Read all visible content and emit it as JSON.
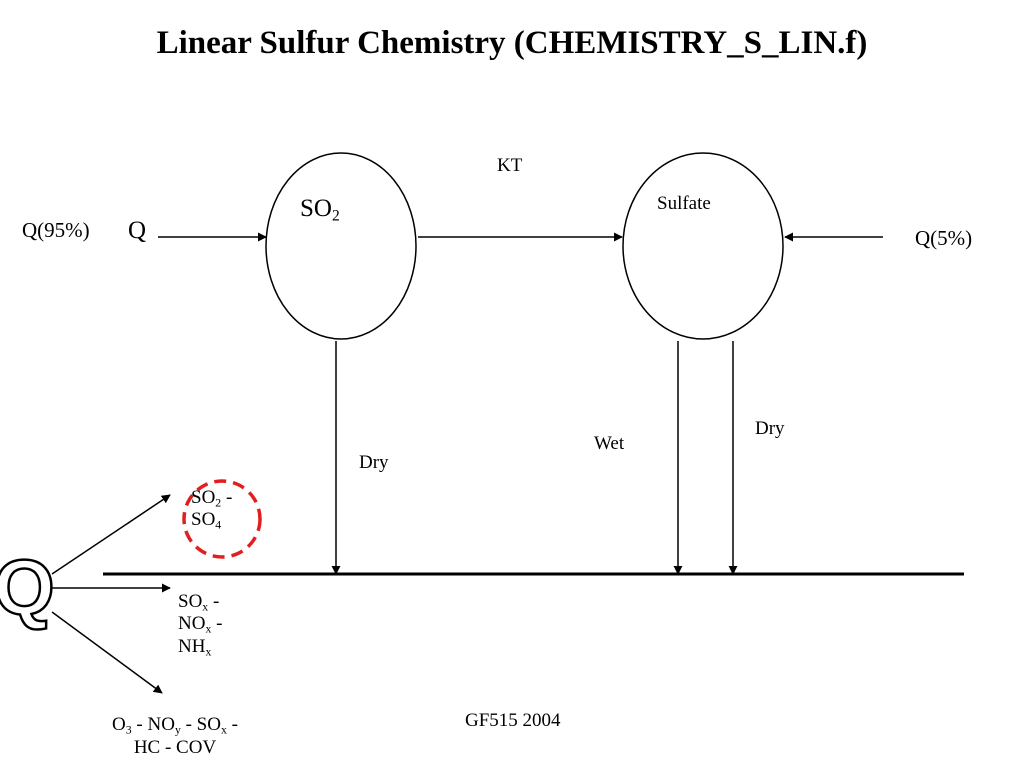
{
  "title": "Linear Sulfur Chemistry (CHEMISTRY_S_LIN.f)",
  "nodes": {
    "so2": {
      "base": "SO",
      "sub": "2"
    },
    "sulfate": {
      "label": "Sulfate"
    }
  },
  "labels": {
    "kt": "KT",
    "q95": "Q(95%)",
    "q_left": "Q",
    "q5": "Q(5%)",
    "dry_so2": "Dry",
    "wet_sulfate": "Wet",
    "dry_sulfate": "Dry",
    "big_q": "Q",
    "footer": "GF515 2004"
  },
  "options": {
    "so2_so4": {
      "l1_base": "SO",
      "l1_sub": "2",
      "l1_suffix": " -",
      "l2_base": "SO",
      "l2_sub": "4"
    },
    "sox_nox_nhx": {
      "l1_base": "SO",
      "l1_sub": "x",
      "l1_suffix": " -",
      "l2_base": "NO",
      "l2_sub": "x",
      "l2_suffix": " -",
      "l3_base": "NH",
      "l3_sub": "x"
    },
    "o3_chain": {
      "p1_base": "O",
      "p1_sub": "3",
      "p2_base": " - NO",
      "p2_sub": "y",
      "p3_base": " - SO",
      "p3_sub": "x",
      "p4": " -",
      "line2": "HC - COV"
    }
  },
  "colors": {
    "highlight": "#e02020",
    "line": "#000000"
  }
}
